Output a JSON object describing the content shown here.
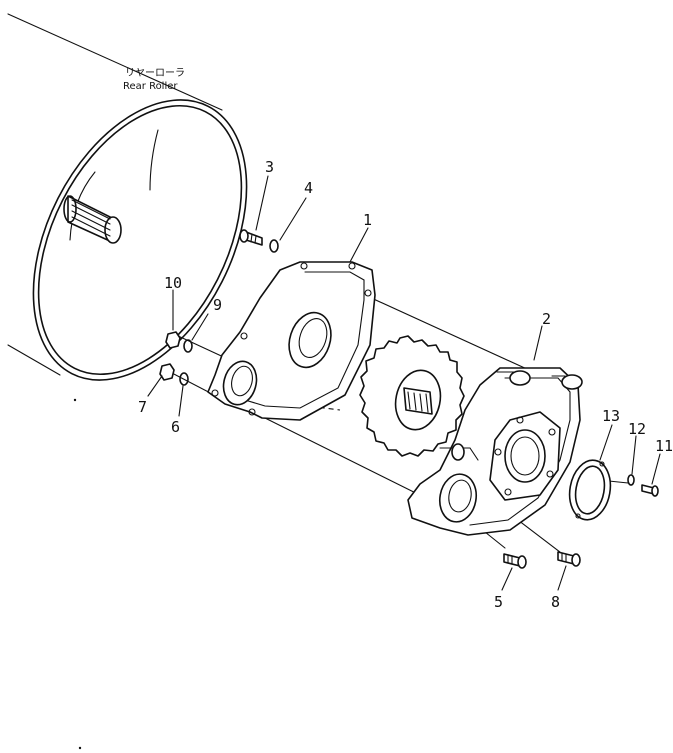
{
  "caption": {
    "japanese": "リヤーローラ",
    "english": "Rear Roller"
  },
  "part_numbers": {
    "p1": "1",
    "p2": "2",
    "p3": "3",
    "p4": "4",
    "p5": "5",
    "p6": "6",
    "p7": "7",
    "p8": "8",
    "p9": "9",
    "p10": "10",
    "p11": "11",
    "p12": "12",
    "p13": "13"
  }
}
